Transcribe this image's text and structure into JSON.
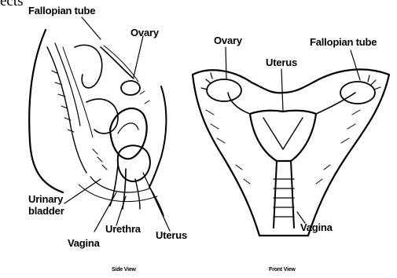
{
  "page": {
    "cut_off_text": "ects"
  },
  "labels": {
    "side_fallopian_tube": "Fallopian tube",
    "side_ovary": "Ovary",
    "side_urinary_bladder_line1": "Urinary",
    "side_urinary_bladder_line2": "bladder",
    "side_urethra": "Urethra",
    "side_vagina": "Vagina",
    "side_uterus": "Uterus",
    "front_ovary": "Ovary",
    "front_uterus": "Uterus",
    "front_fallopian_tube": "Fallopian tube",
    "front_vagina": "Vagina"
  },
  "captions": {
    "side": "Side View",
    "front": "Front View"
  },
  "colors": {
    "ink": "#000000",
    "background": "#ffffff"
  }
}
